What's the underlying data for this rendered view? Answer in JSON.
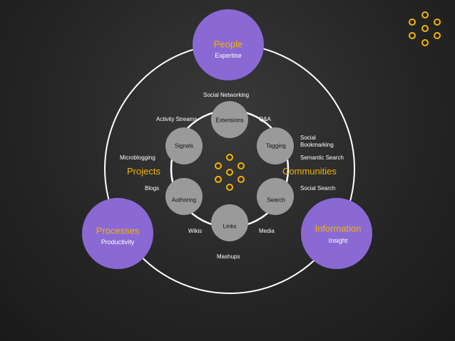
{
  "colors": {
    "accent": "#f4b400",
    "purple": "#8a69d4",
    "node": "#9a9a9a",
    "line": "#ffffff"
  },
  "logo_icon": "dot-cluster-icon",
  "center_icon": "dot-cluster-icon",
  "big_circles": {
    "people": {
      "title": "People",
      "subtitle": "Expertise"
    },
    "processes": {
      "title": "Processes",
      "subtitle": "Productivity"
    },
    "information": {
      "title": "Information",
      "subtitle": "Insight"
    }
  },
  "side_labels": {
    "projects": "Projects",
    "communities": "Communities"
  },
  "nodes": {
    "extensions": "Extensions",
    "tagging": "Tagging",
    "search": "Search",
    "links": "Links",
    "authoring": "Authoring",
    "signals": "Signals"
  },
  "annotations": {
    "social_networking": "Social Networking",
    "activity_streams": "Activity Streams",
    "qa": "Q&A",
    "social_bookmarking_1": "Social",
    "social_bookmarking_2": "Bookmarking",
    "semantic_search": "Semantic Search",
    "microblogging": "Microblogging",
    "blogs": "Blogs",
    "social_search": "Social Search",
    "wikis": "Wikis",
    "media": "Media",
    "mashups": "Mashups"
  }
}
